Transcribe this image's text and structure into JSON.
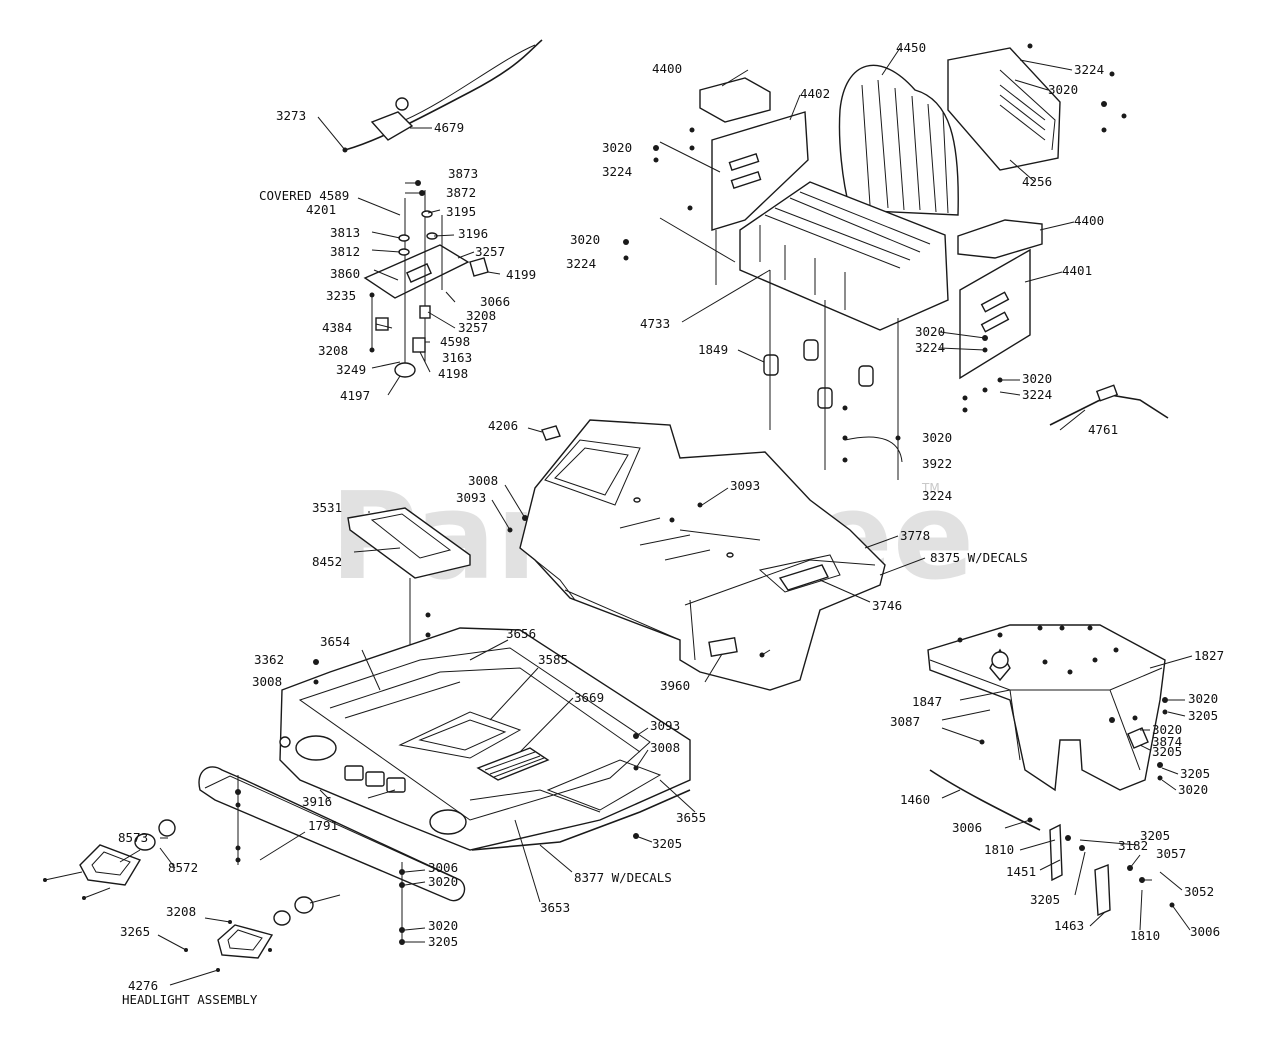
{
  "watermark": "PartsTree",
  "watermark_mark": "TM",
  "callouts": [
    {
      "id": "c1",
      "text": "3273"
    },
    {
      "id": "c2",
      "text": "4679"
    },
    {
      "id": "c3",
      "text": "3873"
    },
    {
      "id": "c4",
      "text": "3872"
    },
    {
      "id": "c5",
      "text": "COVERED 4589"
    },
    {
      "id": "c6",
      "text": "4201"
    },
    {
      "id": "c7",
      "text": "3195"
    },
    {
      "id": "c8",
      "text": "3813"
    },
    {
      "id": "c9",
      "text": "3196"
    },
    {
      "id": "c10",
      "text": "3812"
    },
    {
      "id": "c11",
      "text": "3257"
    },
    {
      "id": "c12",
      "text": "3860"
    },
    {
      "id": "c13",
      "text": "4199"
    },
    {
      "id": "c14",
      "text": "3235"
    },
    {
      "id": "c15",
      "text": "3066"
    },
    {
      "id": "c16",
      "text": "3208"
    },
    {
      "id": "c17",
      "text": "4384"
    },
    {
      "id": "c18",
      "text": "3257"
    },
    {
      "id": "c19",
      "text": "4598"
    },
    {
      "id": "c20",
      "text": "3208"
    },
    {
      "id": "c21",
      "text": "3163"
    },
    {
      "id": "c22",
      "text": "3249"
    },
    {
      "id": "c23",
      "text": "4198"
    },
    {
      "id": "c24",
      "text": "4197"
    },
    {
      "id": "c25",
      "text": "4400"
    },
    {
      "id": "c26",
      "text": "4402"
    },
    {
      "id": "c27",
      "text": "4450"
    },
    {
      "id": "c28",
      "text": "3224"
    },
    {
      "id": "c29",
      "text": "3020"
    },
    {
      "id": "c30",
      "text": "3020"
    },
    {
      "id": "c31",
      "text": "3224"
    },
    {
      "id": "c32",
      "text": "4256"
    },
    {
      "id": "c33",
      "text": "4400"
    },
    {
      "id": "c34",
      "text": "3020"
    },
    {
      "id": "c35",
      "text": "3224"
    },
    {
      "id": "c36",
      "text": "4401"
    },
    {
      "id": "c37",
      "text": "4733"
    },
    {
      "id": "c38",
      "text": "3020"
    },
    {
      "id": "c39",
      "text": "3224"
    },
    {
      "id": "c40",
      "text": "1849"
    },
    {
      "id": "c41",
      "text": "3020"
    },
    {
      "id": "c42",
      "text": "3224"
    },
    {
      "id": "c43",
      "text": "4761"
    },
    {
      "id": "c44",
      "text": "4206"
    },
    {
      "id": "c45",
      "text": "3020"
    },
    {
      "id": "c46",
      "text": "3922"
    },
    {
      "id": "c47",
      "text": "3224"
    },
    {
      "id": "c48",
      "text": "3008"
    },
    {
      "id": "c49",
      "text": "3093"
    },
    {
      "id": "c50",
      "text": "3093"
    },
    {
      "id": "c51",
      "text": "3531"
    },
    {
      "id": "c52",
      "text": "3778"
    },
    {
      "id": "c53",
      "text": "8375 W/DECALS"
    },
    {
      "id": "c54",
      "text": "8452"
    },
    {
      "id": "c55",
      "text": "3746"
    },
    {
      "id": "c56",
      "text": "3656"
    },
    {
      "id": "c57",
      "text": "3654"
    },
    {
      "id": "c58",
      "text": "3362"
    },
    {
      "id": "c59",
      "text": "3585"
    },
    {
      "id": "c60",
      "text": "3008"
    },
    {
      "id": "c61",
      "text": "3960"
    },
    {
      "id": "c62",
      "text": "3669"
    },
    {
      "id": "c63",
      "text": "1827"
    },
    {
      "id": "c64",
      "text": "3093"
    },
    {
      "id": "c65",
      "text": "3008"
    },
    {
      "id": "c66",
      "text": "1847"
    },
    {
      "id": "c67",
      "text": "3020"
    },
    {
      "id": "c68",
      "text": "3087"
    },
    {
      "id": "c69",
      "text": "3020"
    },
    {
      "id": "c70",
      "text": "3205"
    },
    {
      "id": "c71",
      "text": "3874"
    },
    {
      "id": "c72",
      "text": "3205"
    },
    {
      "id": "c73",
      "text": "3916"
    },
    {
      "id": "c74",
      "text": "3655"
    },
    {
      "id": "c75",
      "text": "3205"
    },
    {
      "id": "c76",
      "text": "3020"
    },
    {
      "id": "c77",
      "text": "1460"
    },
    {
      "id": "c78",
      "text": "8573"
    },
    {
      "id": "c79",
      "text": "1791"
    },
    {
      "id": "c80",
      "text": "3006"
    },
    {
      "id": "c81",
      "text": "3182"
    },
    {
      "id": "c82",
      "text": "3205"
    },
    {
      "id": "c83",
      "text": "1810"
    },
    {
      "id": "c84",
      "text": "3057"
    },
    {
      "id": "c85",
      "text": "8572"
    },
    {
      "id": "c86",
      "text": "3205"
    },
    {
      "id": "c87",
      "text": "1451"
    },
    {
      "id": "c88",
      "text": "3006"
    },
    {
      "id": "c89",
      "text": "3020"
    },
    {
      "id": "c90",
      "text": "8377 W/DECALS"
    },
    {
      "id": "c91",
      "text": "3205"
    },
    {
      "id": "c92",
      "text": "3052"
    },
    {
      "id": "c93",
      "text": "3653"
    },
    {
      "id": "c94",
      "text": "3208"
    },
    {
      "id": "c95",
      "text": "1463"
    },
    {
      "id": "c96",
      "text": "1810"
    },
    {
      "id": "c97",
      "text": "3006"
    },
    {
      "id": "c98",
      "text": "3265"
    },
    {
      "id": "c99",
      "text": "3020"
    },
    {
      "id": "c100",
      "text": "3205"
    },
    {
      "id": "c101",
      "text": "4276"
    },
    {
      "id": "c102",
      "text": "HEADLIGHT ASSEMBLY"
    }
  ]
}
